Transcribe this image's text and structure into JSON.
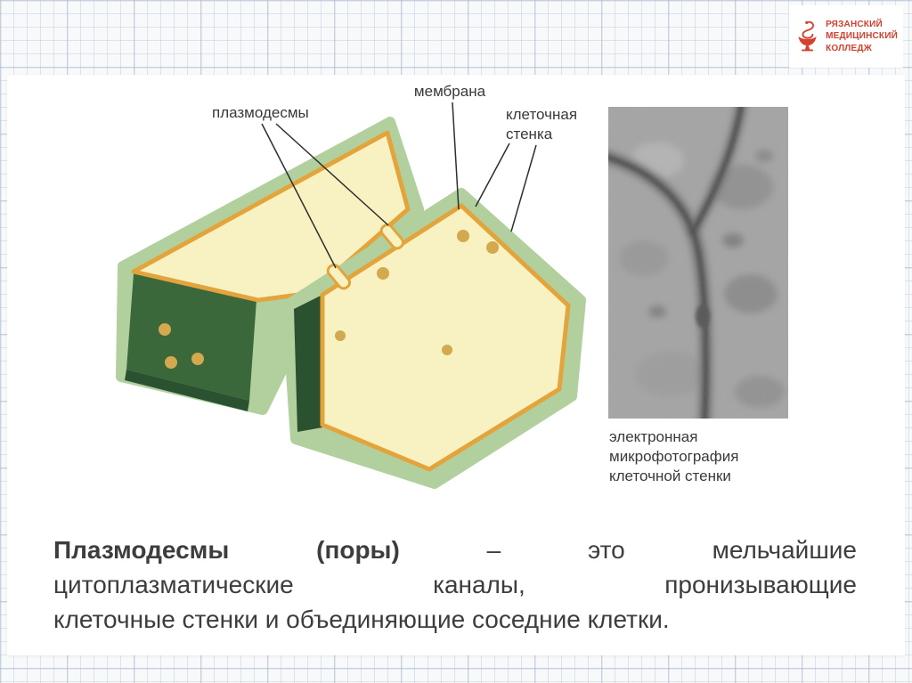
{
  "logo": {
    "line1": "РЯЗАНСКИЙ",
    "line2": "МЕДИЦИНСКИЙ",
    "line3": "КОЛЛЕДЖ"
  },
  "diagram": {
    "label_plasmodesmata": "плазмодесмы",
    "label_membrane": "мембрана",
    "label_cell_wall_line1": "клеточная",
    "label_cell_wall_line2": "стенка"
  },
  "micrograph": {
    "caption_line1": "электронная",
    "caption_line2": "микрофотография",
    "caption_line3": "клеточной стенки"
  },
  "paragraph": {
    "line1_bold": "Плазмодесмы (поры)",
    "line1_rest": " – это мельчайшие",
    "line2": "цитоплазматические каналы, пронизывающие",
    "line3": "клеточные стенки и объединяющие соседние клетки."
  },
  "colors": {
    "accent_red": "#d6402e",
    "cell_fill": "#f8f2c2",
    "membrane_orange": "#e3a43c",
    "wall_light_green": "#b2d09e",
    "wall_dark_green": "#3a683a",
    "wall_darker_green": "#2a5130",
    "dot_tan": "#d2a94f",
    "label_text": "#383838"
  }
}
